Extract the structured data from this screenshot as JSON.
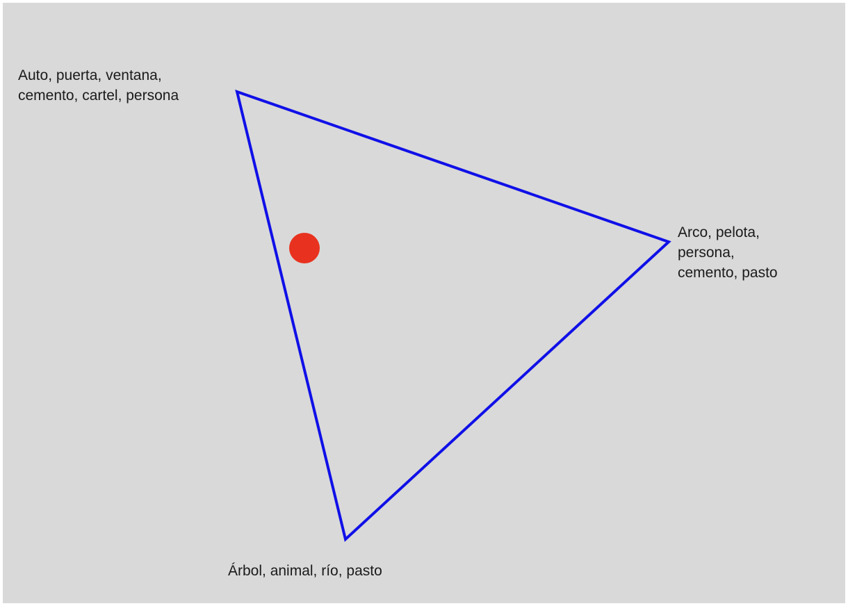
{
  "vertices": {
    "top_left": {
      "label": "Auto, puerta, ventana,\ncemento, cartel, persona"
    },
    "right": {
      "label": "Arco, pelota,\npersona,\ncemento, pasto"
    },
    "bottom": {
      "label": "Árbol, animal, río, pasto"
    }
  },
  "colors": {
    "background": "#d9d9d9",
    "triangle_stroke": "#1010e8",
    "point_fill": "#e8321f",
    "text": "#1a1a1a"
  }
}
